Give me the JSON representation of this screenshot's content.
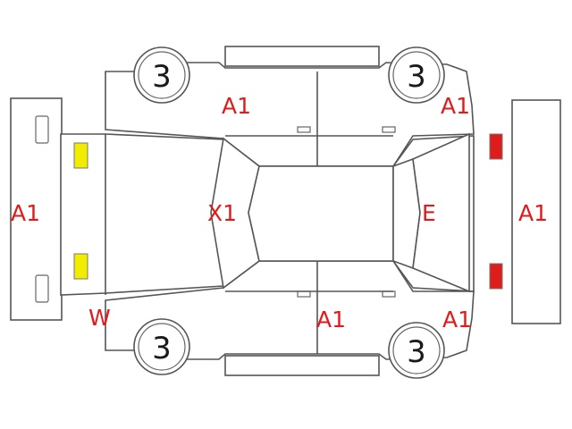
{
  "colors": {
    "code_text": "#e11a1a",
    "outline": "#555555",
    "headlight": "#f2ec00",
    "taillight": "#dd1c1c",
    "tire_text": "#1a1a1a"
  },
  "tires": {
    "front_left": "3",
    "rear_left": "3",
    "front_right": "3",
    "rear_right": "3"
  },
  "codes": {
    "front_bumper": "A1",
    "rear_bumper": "A1",
    "upper_front_door": "A1",
    "upper_rear_fender": "A1",
    "windshield": "X1",
    "rear_glass": "E",
    "lower_front_fender": "W",
    "lower_rear_door": "A1",
    "lower_rear_fender": "A1"
  }
}
